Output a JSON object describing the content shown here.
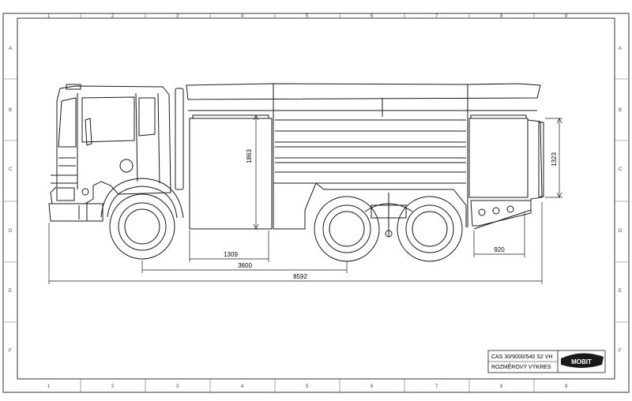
{
  "grid": {
    "columns": [
      "1",
      "2",
      "3",
      "4",
      "5",
      "6",
      "7",
      "8",
      "9"
    ],
    "rows": [
      "A",
      "B",
      "C",
      "D",
      "E",
      "F"
    ]
  },
  "dimensions": {
    "height_tank": "1863",
    "height_rear": "1323",
    "wheelbase_front": "1309",
    "wheelbase": "3600",
    "overall_length": "8592",
    "rear_overhang": "920"
  },
  "title_block": {
    "line1": "CAS 30/9000/540 S2 VH",
    "line2": "ROZMĚROVÝ VÝKRES",
    "logo_text": "MOBIT"
  },
  "colors": {
    "line": "#1a1a1a",
    "paper": "#ffffff"
  }
}
